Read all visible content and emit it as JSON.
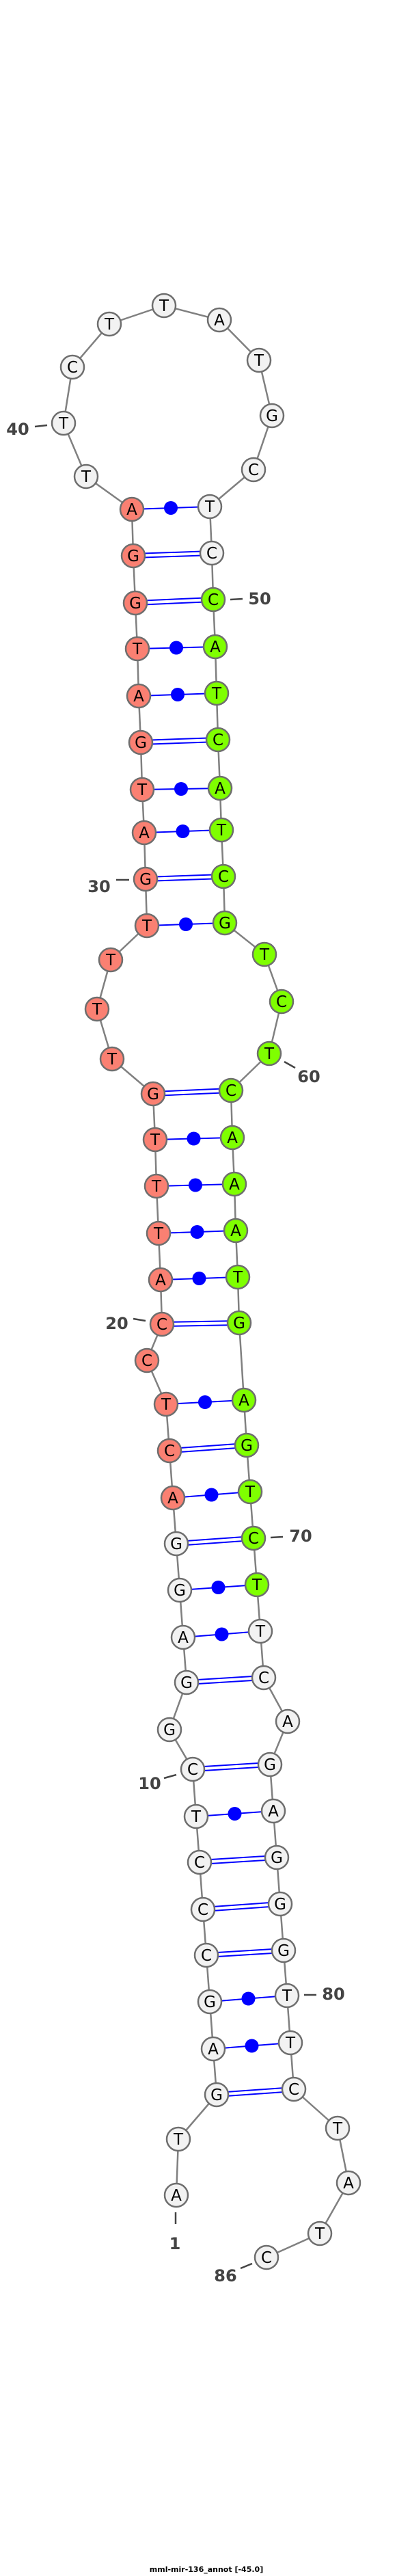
{
  "title": "mml-mir-136_annot [-45.0]",
  "nucleotides": [
    "A",
    "T",
    "G",
    "A",
    "G",
    "C",
    "C",
    "C",
    "T",
    "C",
    "G",
    "G",
    "A",
    "G",
    "G",
    "A",
    "C",
    "T",
    "C",
    "C",
    "A",
    "T",
    "T",
    "T",
    "G",
    "T",
    "T",
    "T",
    "T",
    "G",
    "A",
    "T",
    "G",
    "A",
    "T",
    "G",
    "G",
    "A",
    "T",
    "T",
    "C",
    "T",
    "T",
    "A",
    "T",
    "G",
    "C",
    "T",
    "C",
    "C",
    "A",
    "T",
    "C",
    "A",
    "T",
    "C",
    "G",
    "T",
    "C",
    "T",
    "C",
    "A",
    "A",
    "A",
    "T",
    "G",
    "A",
    "G",
    "T",
    "C",
    "T",
    "T",
    "C",
    "A",
    "G",
    "A",
    "G",
    "G",
    "G",
    "T",
    "T",
    "C",
    "T",
    "A",
    "T",
    "C"
  ],
  "pairs": [
    [
      3,
      82
    ],
    [
      4,
      81
    ],
    [
      5,
      80
    ],
    [
      6,
      79
    ],
    [
      7,
      78
    ],
    [
      8,
      77
    ],
    [
      9,
      76
    ],
    [
      10,
      75
    ],
    [
      12,
      73
    ],
    [
      13,
      72
    ],
    [
      14,
      71
    ],
    [
      15,
      70
    ],
    [
      16,
      69
    ],
    [
      17,
      68
    ],
    [
      18,
      67
    ],
    [
      20,
      66
    ],
    [
      21,
      65
    ],
    [
      22,
      64
    ],
    [
      23,
      63
    ],
    [
      24,
      62
    ],
    [
      25,
      61
    ],
    [
      29,
      57
    ],
    [
      30,
      56
    ],
    [
      31,
      55
    ],
    [
      32,
      54
    ],
    [
      33,
      53
    ],
    [
      34,
      52
    ],
    [
      35,
      51
    ],
    [
      36,
      50
    ],
    [
      37,
      49
    ],
    [
      38,
      48
    ]
  ],
  "highlight_regions": [
    {
      "start": 16,
      "end": 38,
      "color": "#fa8072"
    },
    {
      "start": 50,
      "end": 71,
      "color": "#7fff00"
    }
  ],
  "colors": {
    "default_fill": "#f2f2f2",
    "node_stroke": "#6e6e6e",
    "backbone": "#808080",
    "pair": "#0000ff",
    "label": "#444444"
  },
  "position_labels": [
    {
      "pos": 1,
      "text": "1"
    },
    {
      "pos": 10,
      "text": "10"
    },
    {
      "pos": 20,
      "text": "20"
    },
    {
      "pos": 30,
      "text": "30"
    },
    {
      "pos": 40,
      "text": "40"
    },
    {
      "pos": 50,
      "text": "50"
    },
    {
      "pos": 60,
      "text": "60"
    },
    {
      "pos": 70,
      "text": "70"
    },
    {
      "pos": 80,
      "text": "80"
    },
    {
      "pos": 86,
      "text": "86"
    }
  ]
}
